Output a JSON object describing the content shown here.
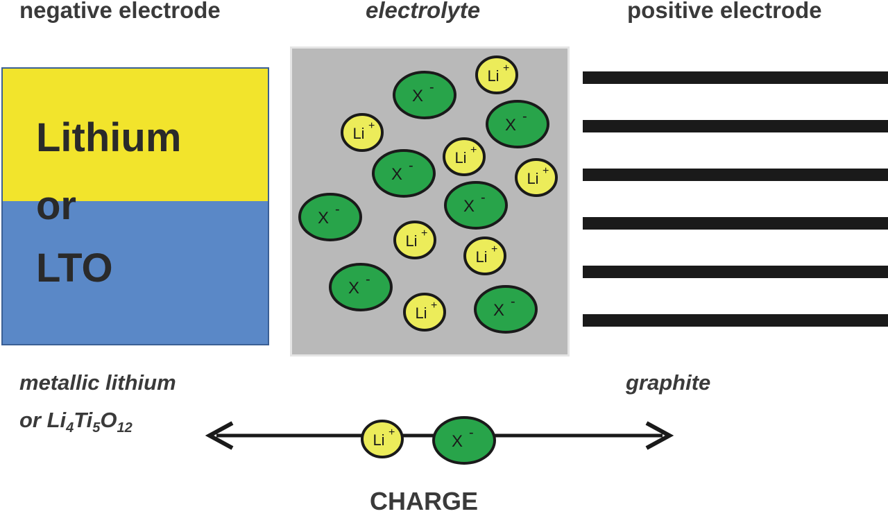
{
  "headers": {
    "negative": "negative electrode",
    "electrolyte": "electrolyte",
    "positive": "positive electrode"
  },
  "negative_electrode": {
    "line1": "Lithium",
    "line2": "or",
    "line3": "LTO",
    "sub_line1": "metallic lithium",
    "sub_line2_prefix": "or Li",
    "sub_4": "4",
    "sub_ti": "Ti",
    "sub_5": "5",
    "sub_o": "O",
    "sub_12": "12"
  },
  "positive_electrode": {
    "sub_label": "graphite",
    "layer_count": 6
  },
  "ions": {
    "li_base": "Li",
    "li_sup": "+",
    "x_base": "X",
    "x_sup": "-"
  },
  "charge_label": "CHARGE",
  "colors": {
    "yellow": "#f2e42c",
    "blue": "#5a88c7",
    "green": "#28a44a",
    "li_yellow": "#ecec5a",
    "electrolyte_gray": "#b9b9b9",
    "outline": "#1a1a1a"
  }
}
